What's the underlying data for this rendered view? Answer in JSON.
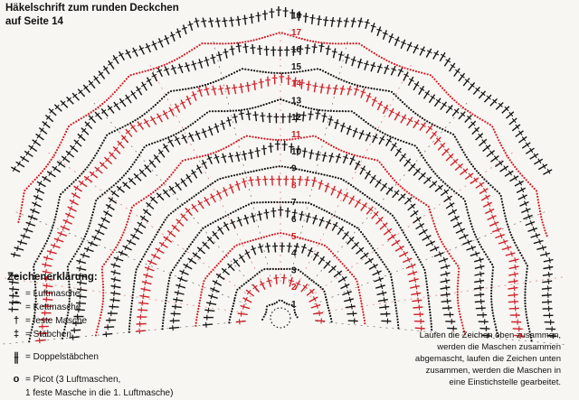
{
  "title": {
    "line1": "Häkelschrift zum runden Deckchen",
    "line2": "auf Seite 14"
  },
  "round_numbers": [
    "1",
    "2",
    "3",
    "4",
    "5",
    "6",
    "7",
    "8",
    "9",
    "10",
    "11",
    "12",
    "13",
    "14",
    "15",
    "16",
    "17",
    "18"
  ],
  "legend": {
    "heading": "Zeichenerklärung:",
    "items": [
      {
        "icon": "filled-dot-icon",
        "symbol": "•",
        "text": "= Luftmasche"
      },
      {
        "icon": "arc-icon",
        "symbol": "⌒",
        "text": "= Kettmasche"
      },
      {
        "icon": "single-cross-icon",
        "symbol": "†",
        "text": "= feste Masche"
      },
      {
        "icon": "double-cross-icon",
        "symbol": "‡",
        "text": "= Stäbchen"
      },
      {
        "icon": "triple-cross-icon",
        "symbol": "⫲",
        "text": "= Doppelstäbchen"
      },
      {
        "icon": "picot-ring-icon",
        "symbol": "o",
        "text": "= Picot (3 Luftmaschen,",
        "text2": "1 feste Masche in die 1. Luftmasche)"
      }
    ]
  },
  "note": {
    "lines": [
      "Laufen die Zeichen oben zusammen,",
      "werden die Maschen zusammen",
      "abgemascht, laufen die Zeichen unten",
      "zusammen, werden die Maschen in",
      "eine Einstichstelle gearbeitet."
    ]
  },
  "colors": {
    "red": "#d0202a",
    "black": "#151515",
    "background": "#f7f6f2"
  }
}
